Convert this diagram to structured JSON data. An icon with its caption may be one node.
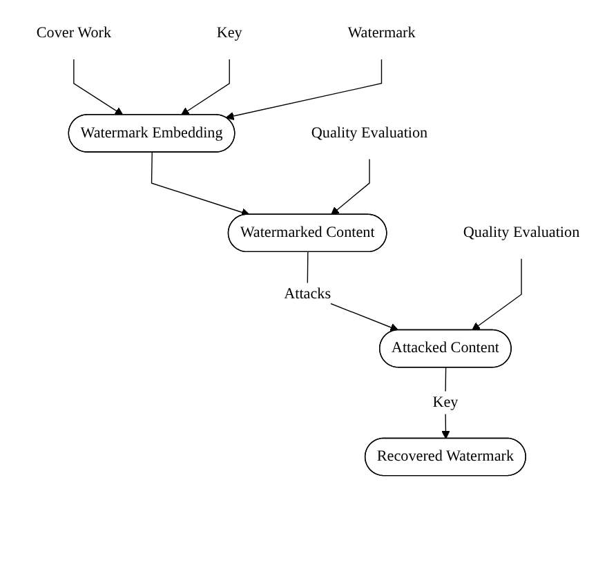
{
  "diagram": {
    "nodes": [
      {
        "text": [
          "Cover Work"
        ]
      },
      {
        "text": [
          "Key"
        ]
      },
      {
        "text": [
          "Watermark"
        ]
      },
      {
        "text": [
          "Watermark Embedding"
        ]
      },
      {
        "text": [
          "Quality Evaluation"
        ]
      },
      {
        "text": [
          "Watermarked Content"
        ]
      },
      {
        "text": [
          "Quality Evaluation"
        ]
      },
      {
        "text": [
          "Attacked Content"
        ]
      },
      {
        "text": [
          "Recovered Watermark"
        ]
      }
    ],
    "edges": [
      {
        "from": 0,
        "to": 3,
        "arrow": "to"
      },
      {
        "from": 1,
        "to": 3,
        "arrow": "to"
      },
      {
        "from": 2,
        "to": 3,
        "arrow": "to"
      },
      {
        "from": 3,
        "to": 5,
        "arrow": "to"
      },
      {
        "from": 4,
        "to": 5,
        "arrow": "to"
      },
      {
        "from": 5,
        "to": 7,
        "arrow": "to",
        "label": "Attacks"
      },
      {
        "from": 6,
        "to": 7,
        "arrow": "to"
      },
      {
        "from": 7,
        "to": 8,
        "arrow": "to",
        "label": "Key"
      }
    ]
  }
}
